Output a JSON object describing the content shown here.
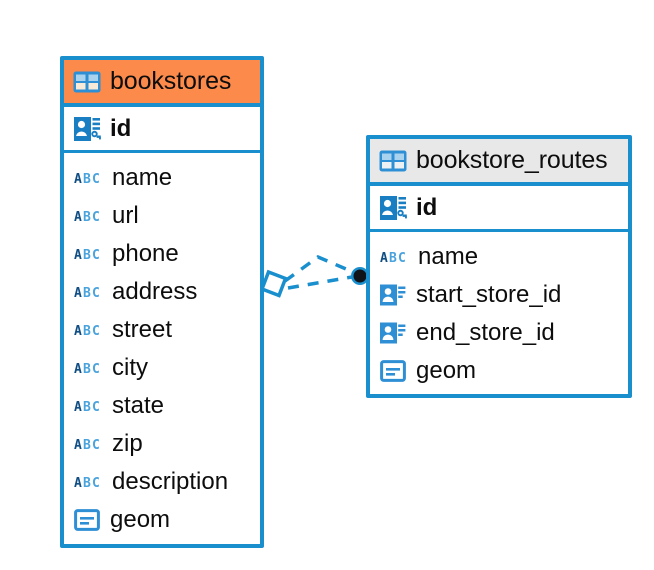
{
  "diagram": {
    "type": "entity-relationship-diagram",
    "background_color": "#ffffff",
    "accent_color": "#1a8fce",
    "highlight_color": "#fc8a4b",
    "header_gray": "#e8e8e8"
  },
  "entities": [
    {
      "name": "bookstores",
      "header_style": "accent-orange",
      "primary_key": {
        "label": "id",
        "icon": "primary-key-icon"
      },
      "fields": [
        {
          "label": "name",
          "icon": "abc-text-icon",
          "type_hint": "text"
        },
        {
          "label": "url",
          "icon": "abc-text-icon",
          "type_hint": "text"
        },
        {
          "label": "phone",
          "icon": "abc-text-icon",
          "type_hint": "text"
        },
        {
          "label": "address",
          "icon": "abc-text-icon",
          "type_hint": "text"
        },
        {
          "label": "street",
          "icon": "abc-text-icon",
          "type_hint": "text"
        },
        {
          "label": "city",
          "icon": "abc-text-icon",
          "type_hint": "text"
        },
        {
          "label": "state",
          "icon": "abc-text-icon",
          "type_hint": "text"
        },
        {
          "label": "zip",
          "icon": "abc-text-icon",
          "type_hint": "text"
        },
        {
          "label": "description",
          "icon": "abc-text-icon",
          "type_hint": "text"
        },
        {
          "label": "geom",
          "icon": "geometry-icon",
          "type_hint": "geometry"
        }
      ]
    },
    {
      "name": "bookstore_routes",
      "header_style": "accent-gray",
      "primary_key": {
        "label": "id",
        "icon": "primary-key-icon"
      },
      "fields": [
        {
          "label": "name",
          "icon": "abc-text-icon",
          "type_hint": "text"
        },
        {
          "label": "start_store_id",
          "icon": "foreign-key-icon",
          "type_hint": "reference"
        },
        {
          "label": "end_store_id",
          "icon": "foreign-key-icon",
          "type_hint": "reference"
        },
        {
          "label": "geom",
          "icon": "geometry-icon",
          "type_hint": "geometry"
        }
      ]
    }
  ],
  "relationship": {
    "source_entity": "bookstores",
    "target_entity": "bookstore_routes",
    "source_marker": "diamond-open",
    "target_marker": "circle-filled",
    "line_style": "dashed",
    "line_color": "#1a8fce"
  }
}
